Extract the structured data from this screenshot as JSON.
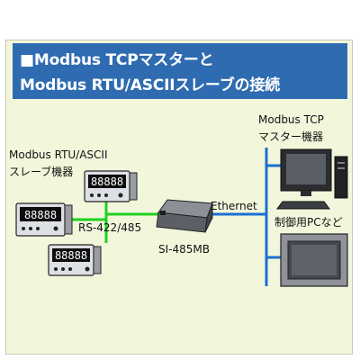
{
  "title": {
    "line1": "■Modbus TCPマスターと",
    "line2": "Modbus RTU/ASCIIスレーブの接続"
  },
  "labels": {
    "tcp_master_1": "Modbus TCP",
    "tcp_master_2": "マスター機器",
    "rtu_slave_1": "Modbus RTU/ASCII",
    "rtu_slave_2": "スレーブ機器",
    "ethernet": "Ethernet",
    "rs485": "RS-422/485",
    "converter": "SI-485MB",
    "pc": "制御用PCなど"
  },
  "meters": {
    "display": "88888"
  },
  "colors": {
    "background": "#f2f7dc",
    "title_bar": "#2f6bb0",
    "ethernet_line": "#1a6fd0",
    "rs485_line": "#1fd11f"
  }
}
